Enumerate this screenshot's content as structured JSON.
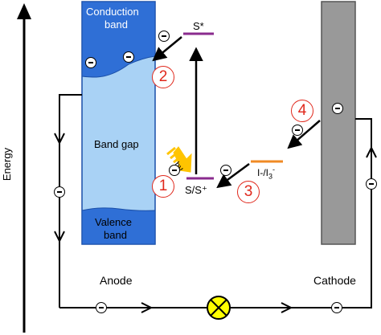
{
  "axis": {
    "energy_label": "Energy"
  },
  "anode": {
    "name": "Anode",
    "conduction_band": [
      "Conduction",
      "band"
    ],
    "band_gap": "Band gap",
    "valence_band": [
      "Valence",
      "band"
    ]
  },
  "cathode": {
    "name": "Cathode"
  },
  "dye": {
    "excited_state": "S*",
    "ground_state": "S/S⁺"
  },
  "redox": {
    "label_base": "I",
    "label_rest": "-/I",
    "label_sub": "3",
    "label_sup": "-"
  },
  "photon": {
    "label": "hν"
  },
  "steps": [
    "1",
    "2",
    "3",
    "4"
  ],
  "electron_symbol": "e⁻",
  "colors": {
    "anode_conduction": "#2f6fd6",
    "anode_bandgap": "#a9d2f5",
    "anode_border": "#1a4fa8",
    "cathode": "#999999",
    "dye_level": "#8a2b8e",
    "redox_level": "#f08a24",
    "photon_arrow": "#ffc400",
    "step_circle": "#e0281c",
    "load_lamp": "#ffff00"
  }
}
